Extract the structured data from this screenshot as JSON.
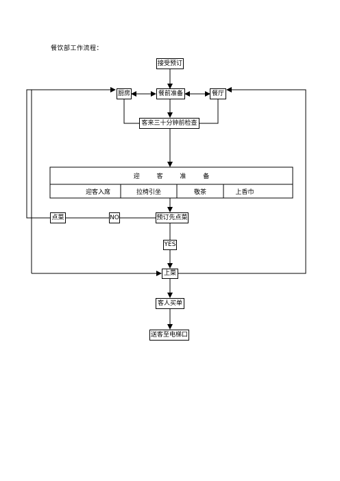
{
  "doc": {
    "title": "餐饮部工作流程："
  },
  "nodes": {
    "receive": "接受预订",
    "kitchen": "厨房",
    "pre_meal": "餐前准备",
    "restaurant": "餐厅",
    "check": "客来三十分钟前检查",
    "prep_title": "迎 客 准 备",
    "prep_items": [
      "迎客入席",
      "拉椅引坐",
      "敬茶",
      "上香巾"
    ],
    "order": "点菜",
    "no": "NO",
    "pre_order": "预订先点菜",
    "yes": "YES",
    "serve": "上菜",
    "bill": "客人买单",
    "see_off": "送客至电梯口"
  }
}
